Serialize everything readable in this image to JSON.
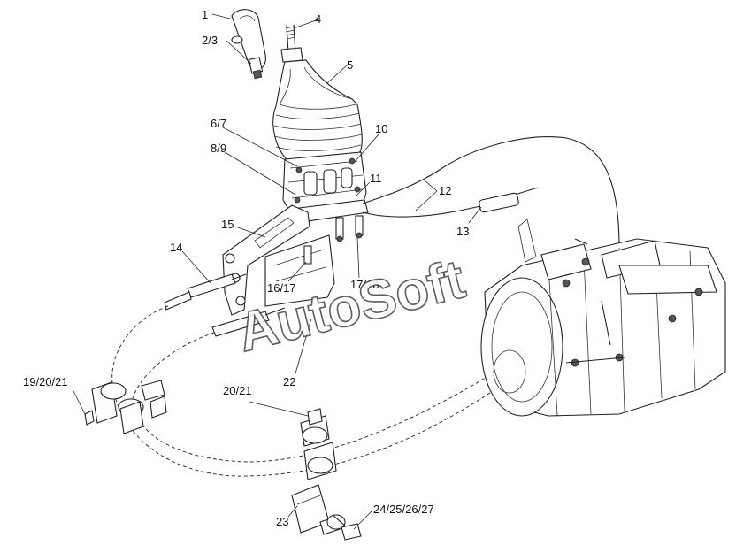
{
  "watermark": "AutoSoft",
  "callouts": [
    {
      "id": "c1",
      "text": "1"
    },
    {
      "id": "c2",
      "text": "2/3"
    },
    {
      "id": "c4",
      "text": "4"
    },
    {
      "id": "c5",
      "text": "5"
    },
    {
      "id": "c6",
      "text": "6/7"
    },
    {
      "id": "c8",
      "text": "8/9"
    },
    {
      "id": "c10",
      "text": "10"
    },
    {
      "id": "c11",
      "text": "11"
    },
    {
      "id": "c12",
      "text": "12"
    },
    {
      "id": "c13",
      "text": "13"
    },
    {
      "id": "c14",
      "text": "14"
    },
    {
      "id": "c15",
      "text": "15"
    },
    {
      "id": "c16",
      "text": "16/17"
    },
    {
      "id": "c17",
      "text": "17/18"
    },
    {
      "id": "c22",
      "text": "22"
    },
    {
      "id": "c19",
      "text": "19/20/21"
    },
    {
      "id": "c20",
      "text": "20/21"
    },
    {
      "id": "c23",
      "text": "23"
    },
    {
      "id": "c24",
      "text": "24/25/26/27"
    }
  ]
}
